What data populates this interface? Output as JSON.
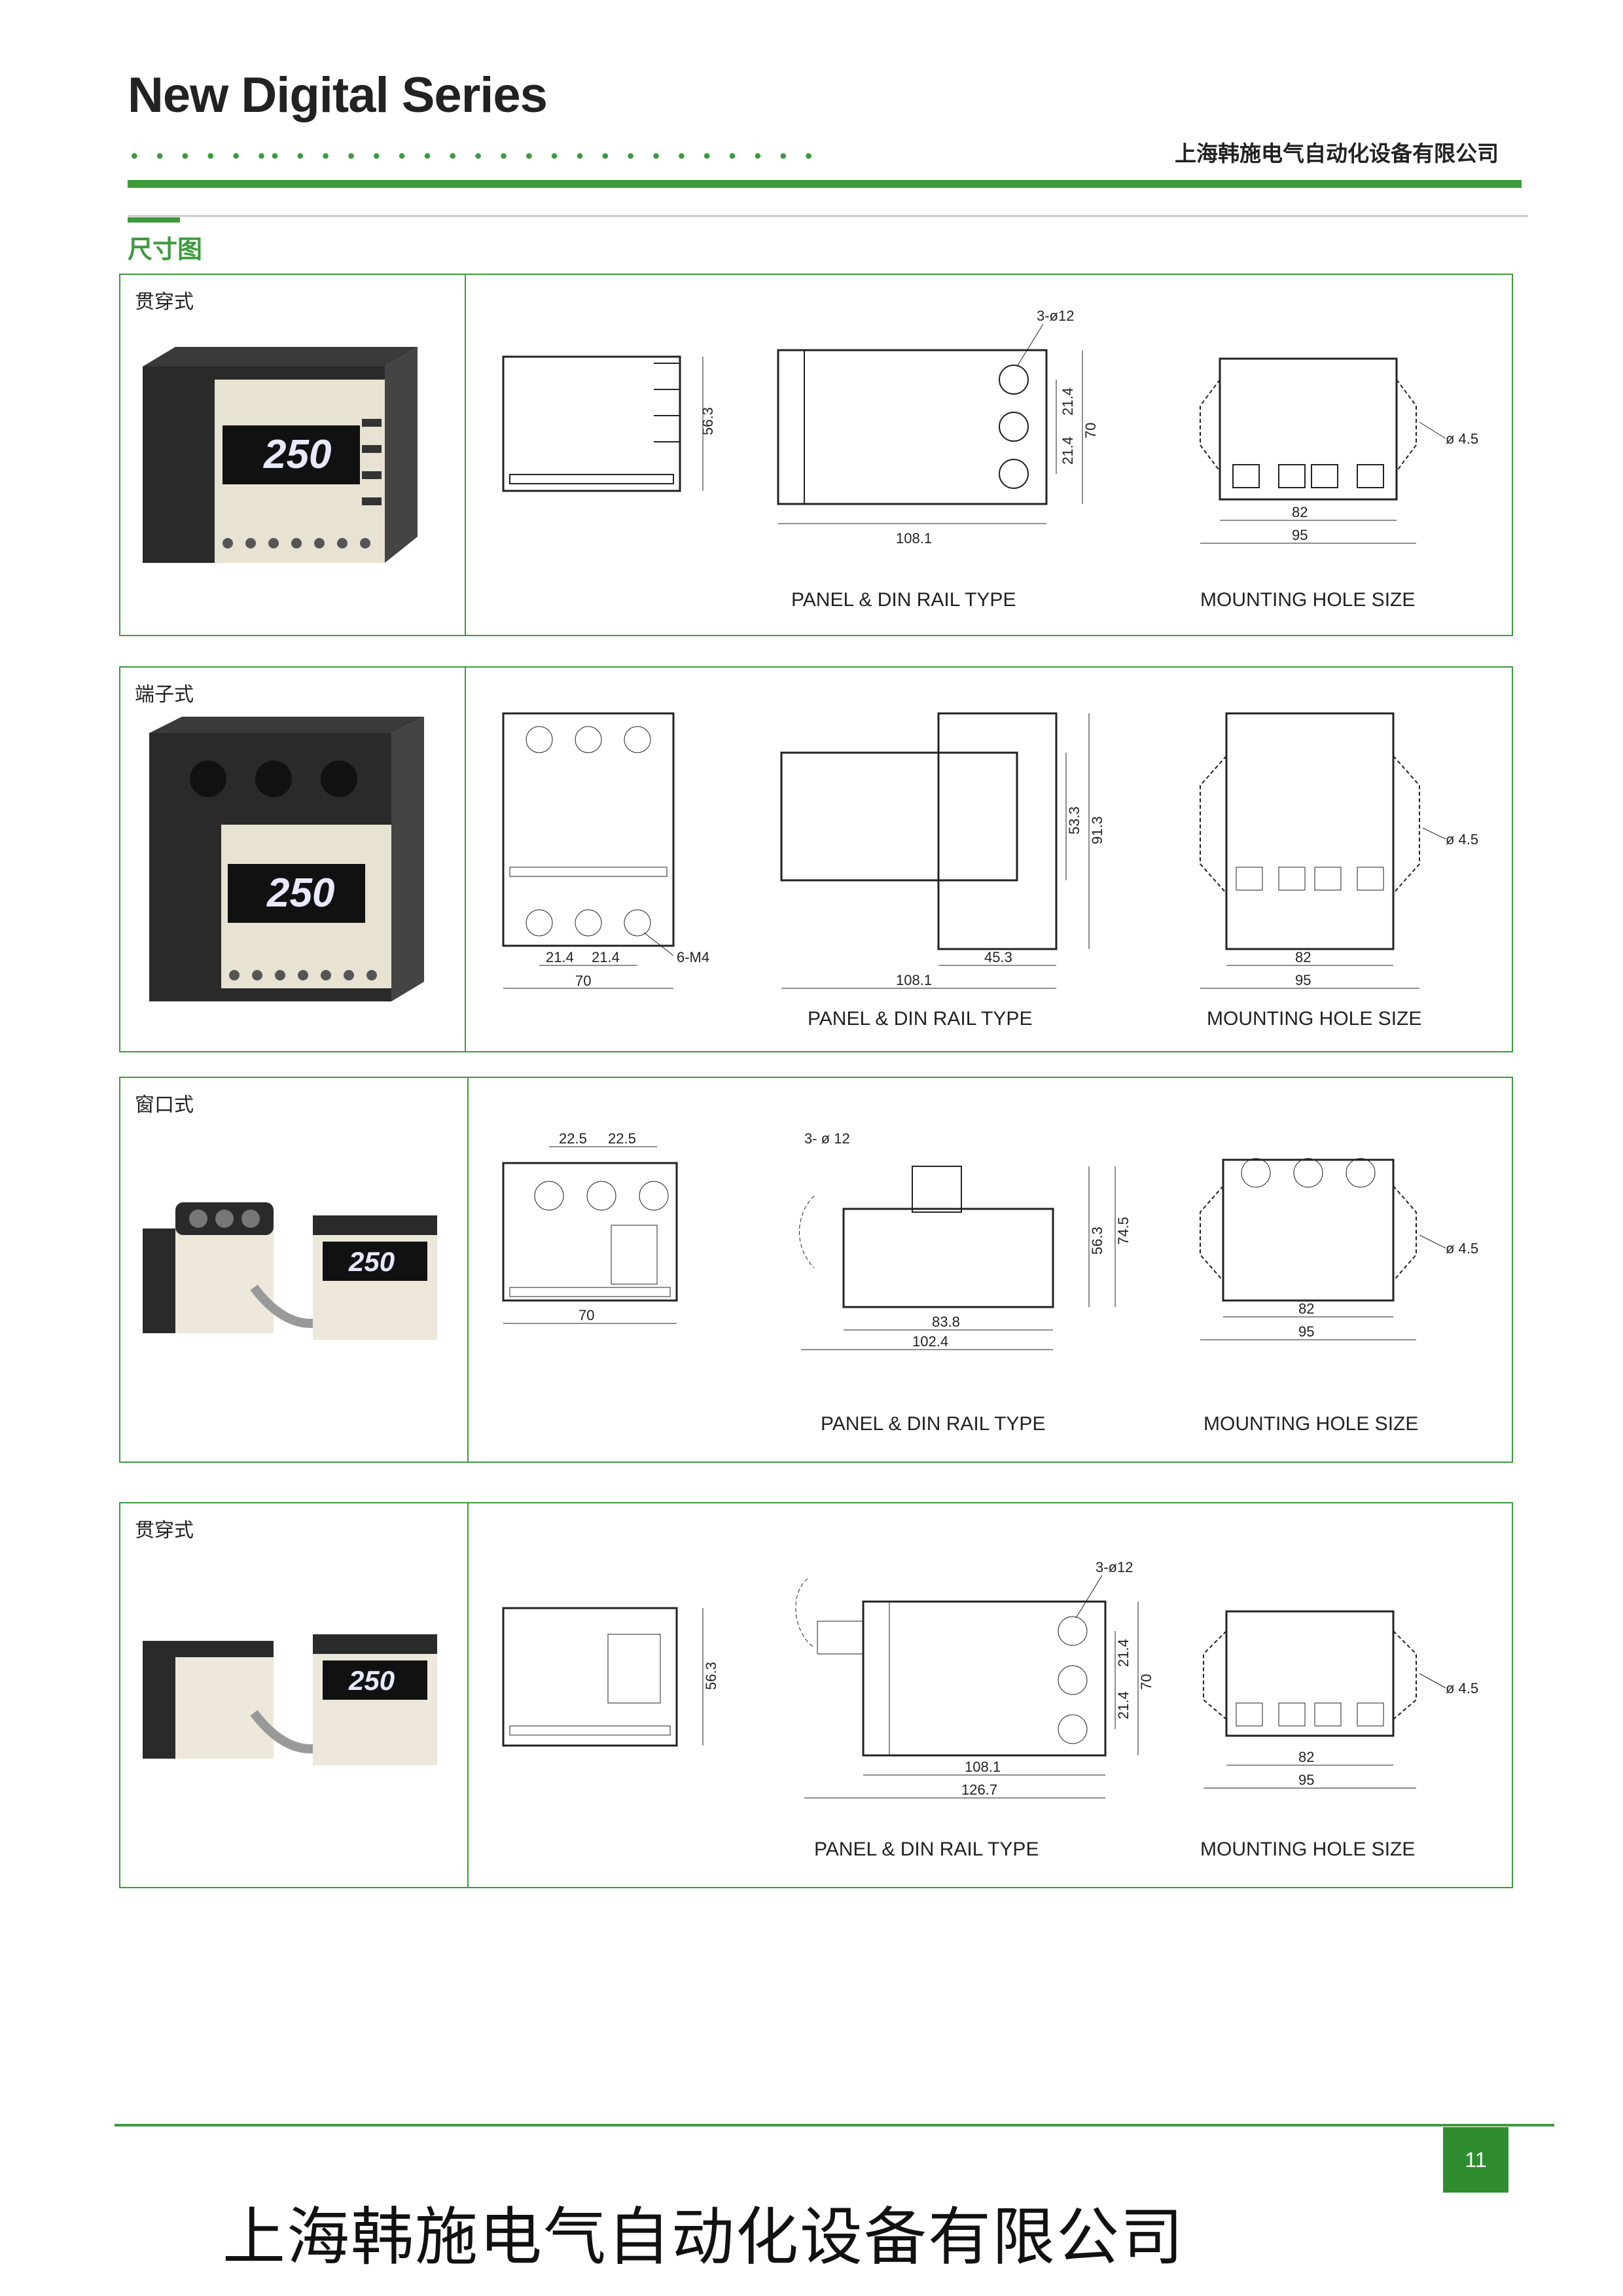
{
  "header": {
    "title": "New Digital Series",
    "dots": "• • • •   • •• • • • • • • • • • • • • • • • • • • • • •",
    "company": "上海韩施电气自动化设备有限公司"
  },
  "section_title": "尺寸图",
  "panels": [
    {
      "title": "贯穿式",
      "display": "250",
      "labels": {
        "panel": "PANEL & DIN RAIL TYPE",
        "mounting": "MOUNTING HOLE SIZE"
      },
      "dims": {
        "d1": "56.3",
        "d2": "3-ø12",
        "d3": "21.4",
        "d4": "21.4",
        "d5": "70",
        "d6": "108.1",
        "d7": "82",
        "d8": "95",
        "d9": "ø 4.5"
      }
    },
    {
      "title": "端子式",
      "display": "250",
      "labels": {
        "panel": "PANEL & DIN RAIL TYPE",
        "mounting": "MOUNTING HOLE SIZE"
      },
      "dims": {
        "d1": "21.4",
        "d2": "21.4",
        "d3": "70",
        "d4": "6-M4",
        "d5": "53.3",
        "d6": "91.3",
        "d7": "45.3",
        "d8": "108.1",
        "d9": "82",
        "d10": "95",
        "d11": "ø 4.5"
      }
    },
    {
      "title": "窗口式",
      "display": "250",
      "labels": {
        "panel": "PANEL & DIN RAIL TYPE",
        "mounting": "MOUNTING HOLE SIZE"
      },
      "dims": {
        "d1": "22.5",
        "d2": "22.5",
        "d3": "3- ø 12",
        "d4": "70",
        "d5": "56.3",
        "d6": "74.5",
        "d7": "83.8",
        "d8": "102.4",
        "d9": "82",
        "d10": "95",
        "d11": "ø 4.5"
      }
    },
    {
      "title": "贯穿式",
      "display": "250",
      "labels": {
        "panel": "PANEL & DIN RAIL TYPE",
        "mounting": "MOUNTING HOLE SIZE"
      },
      "dims": {
        "d1": "56.3",
        "d2": "3-ø12",
        "d3": "21.4",
        "d4": "21.4",
        "d5": "70",
        "d6": "108.1",
        "d7": "126.7",
        "d8": "82",
        "d9": "95",
        "d10": "ø 4.5"
      }
    }
  ],
  "footer": {
    "page_number": "11",
    "company": "上海韩施电气自动化设备有限公司"
  }
}
